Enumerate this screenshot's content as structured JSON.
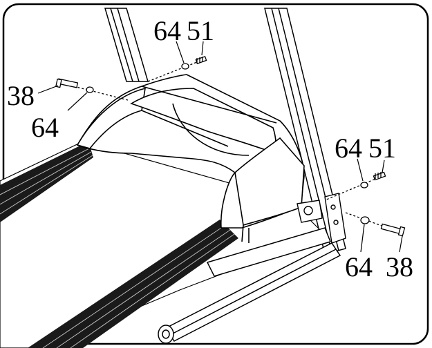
{
  "callouts": {
    "top_washer": "64",
    "top_bolt": "51",
    "left_bolt": "38",
    "left_washer": "64",
    "right_upper_washer": "64",
    "right_upper_bolt": "51",
    "right_lower_washer": "64",
    "right_lower_bolt": "38"
  },
  "colors": {
    "line": "#000000",
    "background": "#ffffff",
    "belt": "#1a1a1a",
    "shade": "#cfcfcf"
  }
}
